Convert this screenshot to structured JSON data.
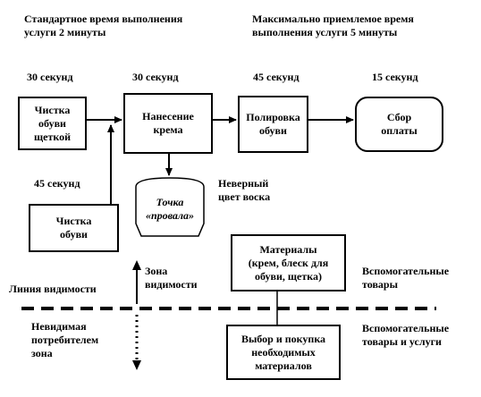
{
  "header": {
    "standard_time": "Стандартное время выполнения\nуслуги 2 минуты",
    "max_time": "Максимально приемлемое время\nвыполнения услуги 5 минуты"
  },
  "timings": {
    "t1": "30 секунд",
    "t2": "30 секунд",
    "t3": "45 секунд",
    "t4": "15 секунд",
    "t5": "45 секунд"
  },
  "steps": {
    "brush_cleaning": "Чистка\nобуви\nщеткой",
    "applying_cream": "Нанесение\nкрема",
    "polishing": "Полировка\nобуви",
    "payment": "Сбор\nоплаты",
    "cleaning": "Чистка\nобуви"
  },
  "failure": {
    "point": "Точка\n«провала»",
    "note": "Неверный\nцвет воска"
  },
  "materials": "Материалы\n(крем, блеск для\nобуви, щетка)",
  "materials_selection": "Выбор и покупка\nнеобходимых\nматериалов",
  "labels": {
    "visibility_zone": "Зона\nвидимости",
    "visibility_line": "Линия видимости",
    "invisible_zone": "Невидимая\nпотребителем\nзона",
    "aux_goods": "Вспомогательные\nтовары",
    "aux_goods_services": "Вспомогательные\nтовары и услуги"
  }
}
